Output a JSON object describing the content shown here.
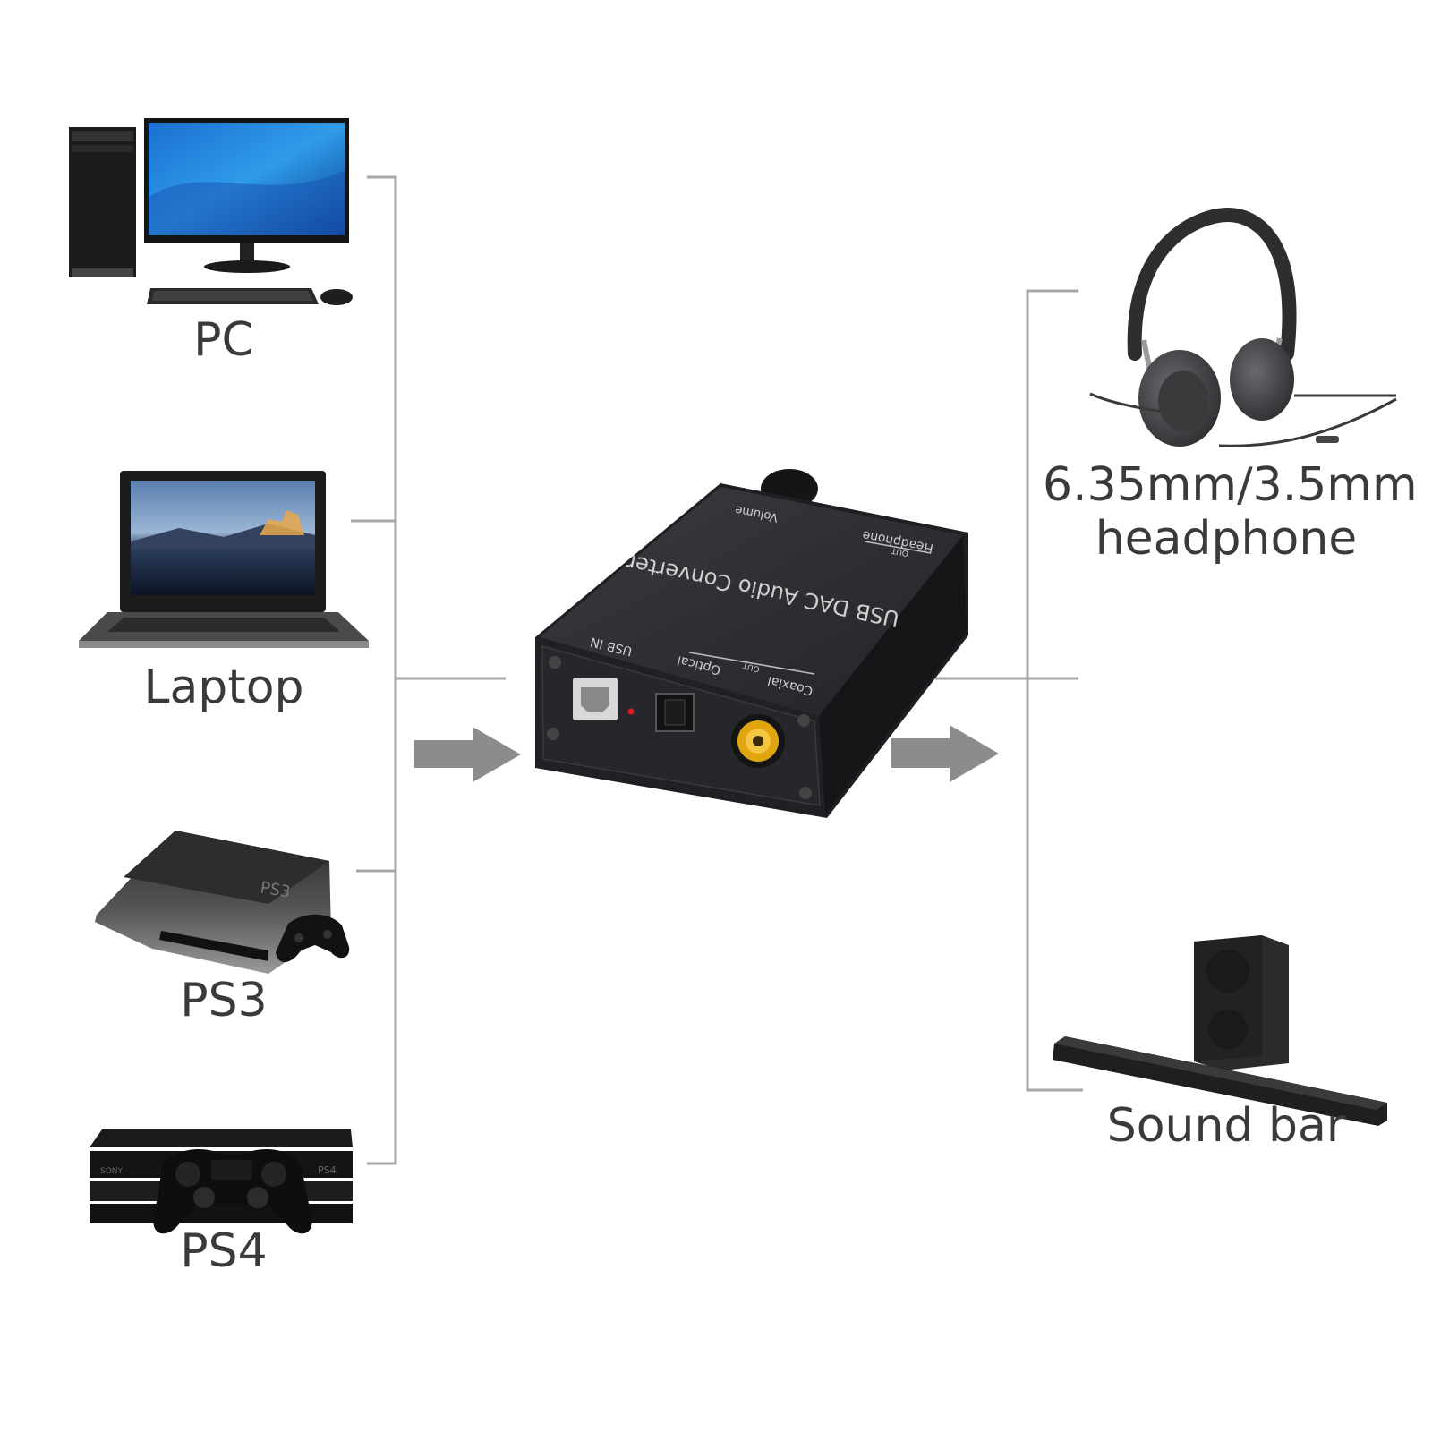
{
  "sources": [
    {
      "label": "PC",
      "icon": "pc-icon"
    },
    {
      "label": "Laptop",
      "icon": "laptop-icon"
    },
    {
      "label": "PS3",
      "icon": "ps3-console-icon"
    },
    {
      "label": "PS4",
      "icon": "ps4-console-icon"
    }
  ],
  "device": {
    "title": "USB DAC Audio Converter",
    "volume": "Volume",
    "headphone": "Headphone",
    "headphone_out": "OUT",
    "usb_in": "USB IN",
    "optical": "Optical",
    "coaxial": "Coaxial",
    "out": "OUT"
  },
  "outputs": [
    {
      "label_line1": "6.35mm/3.5mm",
      "label_line2": "headphone",
      "icon": "headphones-icon"
    },
    {
      "label": "Sound bar",
      "icon": "soundbar-icon"
    }
  ],
  "colors": {
    "line": "#a6a6a6",
    "arrow": "#8c8c8c",
    "device": "#2a2b2e",
    "label": "#3a3a3a",
    "rca_gold": "#e0a510"
  }
}
